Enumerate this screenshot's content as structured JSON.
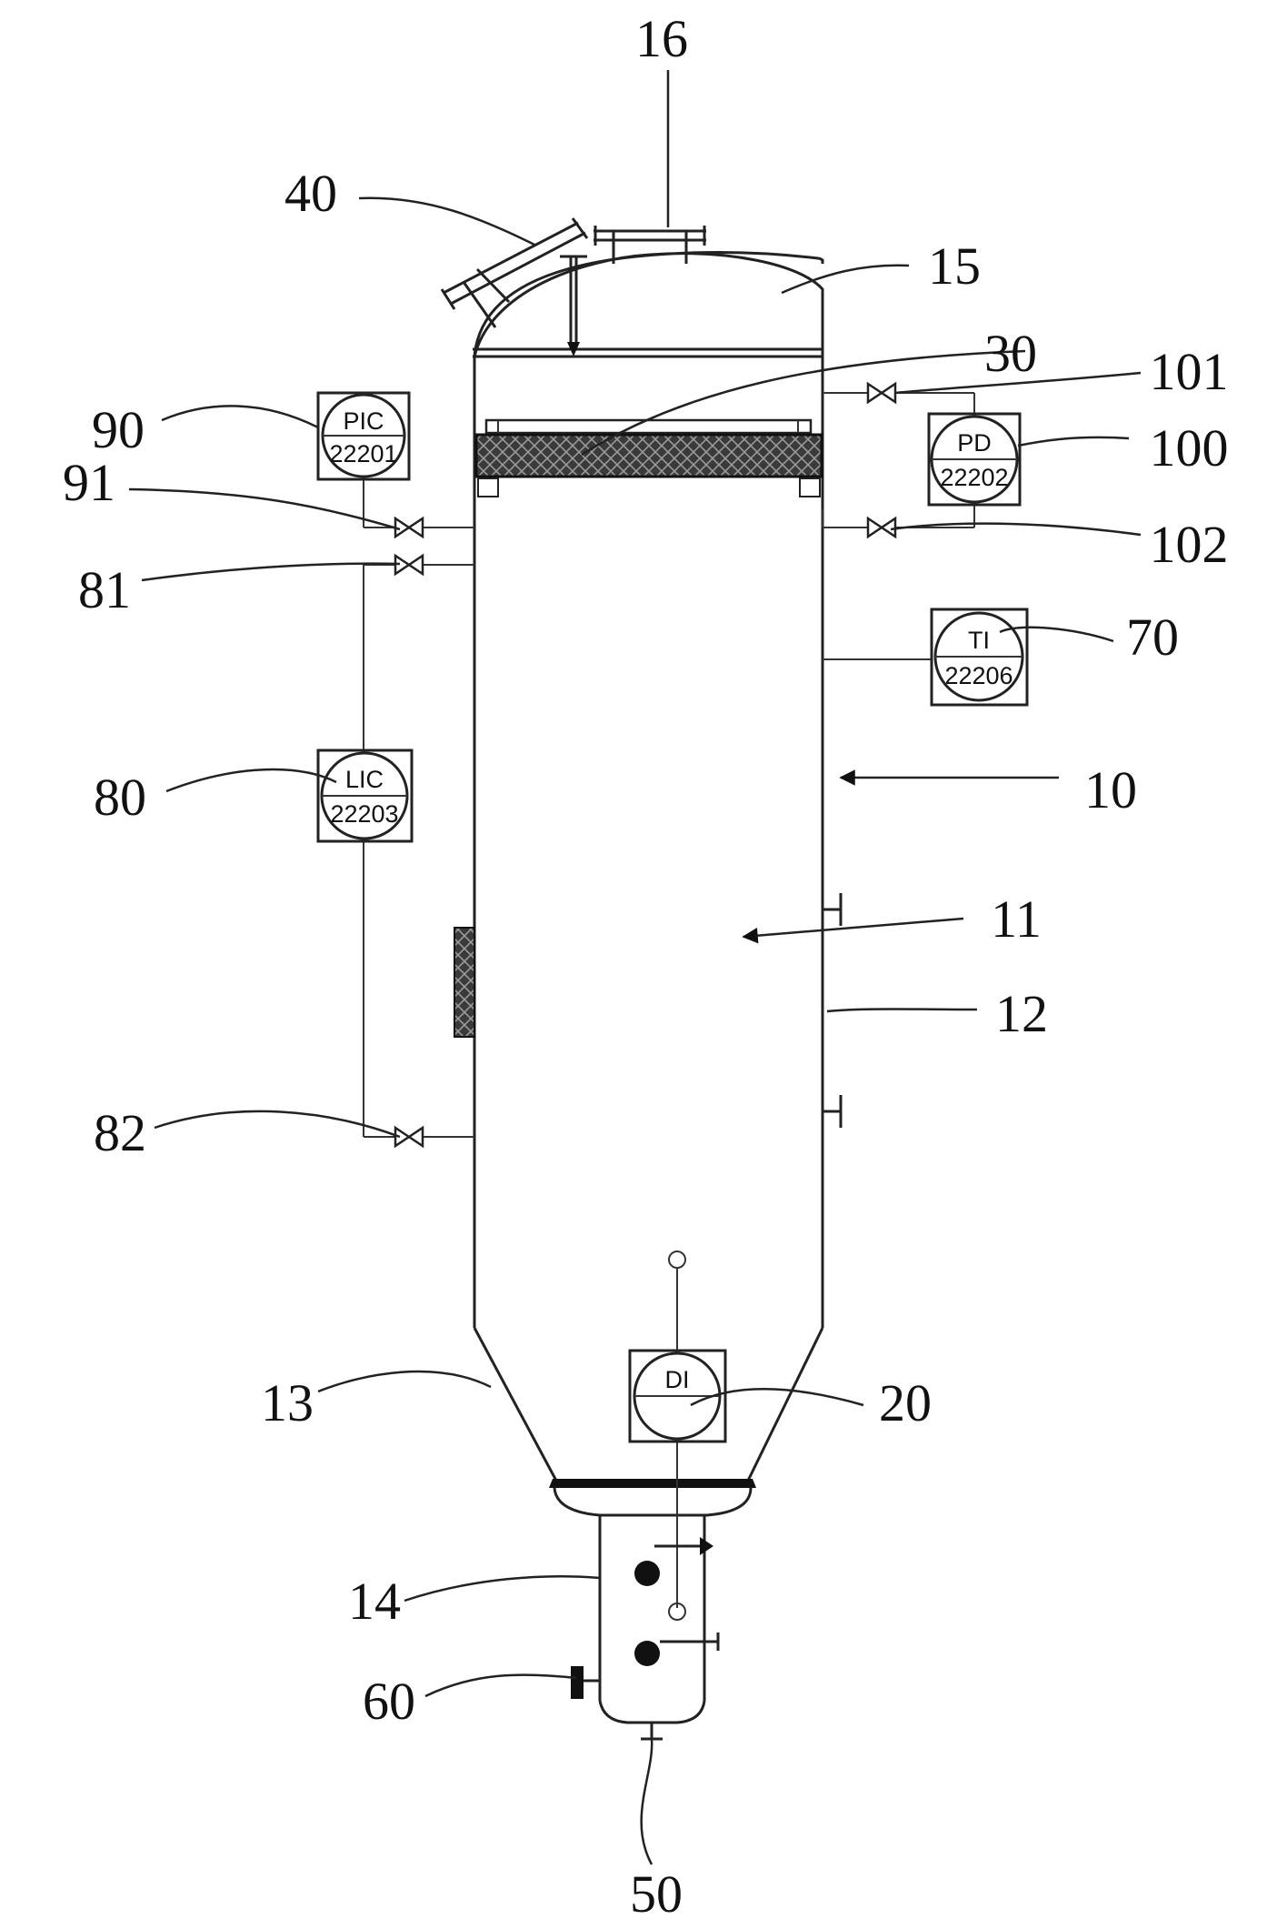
{
  "labels": {
    "l16": "16",
    "l40": "40",
    "l15": "15",
    "l30": "30",
    "l101": "101",
    "l90": "90",
    "l100": "100",
    "l91": "91",
    "l102": "102",
    "l81": "81",
    "l70": "70",
    "l80": "80",
    "l10": "10",
    "l11": "11",
    "l12": "12",
    "l82": "82",
    "l13": "13",
    "l20": "20",
    "l14": "14",
    "l60": "60",
    "l50": "50"
  },
  "instruments": {
    "pic": {
      "top": "PIC",
      "bottom": "22201"
    },
    "pd": {
      "top": "PD",
      "bottom": "22202"
    },
    "ti": {
      "top": "TI",
      "bottom": "22206"
    },
    "lic": {
      "top": "LIC",
      "bottom": "22203"
    },
    "di": {
      "top": "DI",
      "bottom": ""
    }
  },
  "colors": {
    "line": "#222222",
    "background": "#ffffff",
    "demister": "#2b2b2b"
  }
}
